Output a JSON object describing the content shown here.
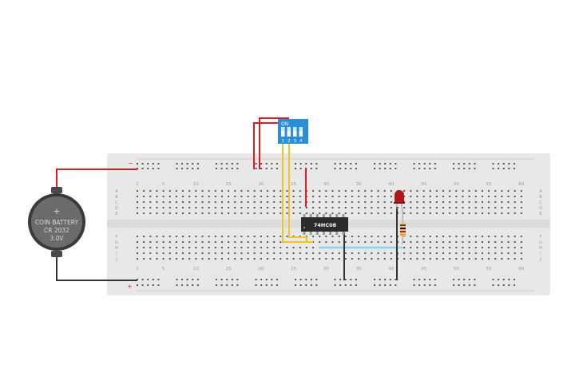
{
  "breadboard": {
    "column_numbers": [
      "1",
      "5",
      "10",
      "15",
      "20",
      "25",
      "30",
      "35",
      "40",
      "45",
      "50",
      "55",
      "60"
    ],
    "row_letters_top": [
      "A",
      "B",
      "C",
      "D",
      "E"
    ],
    "row_letters_bottom": [
      "F",
      "G",
      "H",
      "I",
      "J"
    ],
    "rail_minus": "−",
    "rail_plus": "+"
  },
  "battery": {
    "line1": "COIN BATTERY",
    "line2": "CR 2032",
    "line3": "3.0V",
    "plus_symbol": "+"
  },
  "dip_switch": {
    "on_label": "ON",
    "switch_numbers": [
      "1",
      "2",
      "3",
      "4"
    ]
  },
  "chip": {
    "label": "74HC08"
  },
  "colors": {
    "board": "#e8e8e8",
    "board_edge": "#d9d9d9",
    "hole": "#555555",
    "red_wire": "#d62020",
    "black_wire": "#333333",
    "yellow_wire": "#f2c618",
    "blue_wire": "#8fd4e8",
    "dip_blue": "#2a8fd6",
    "led_red": "#b01818",
    "chip_black": "#2b2b2b",
    "battery_grey": "#6b6b6b"
  }
}
